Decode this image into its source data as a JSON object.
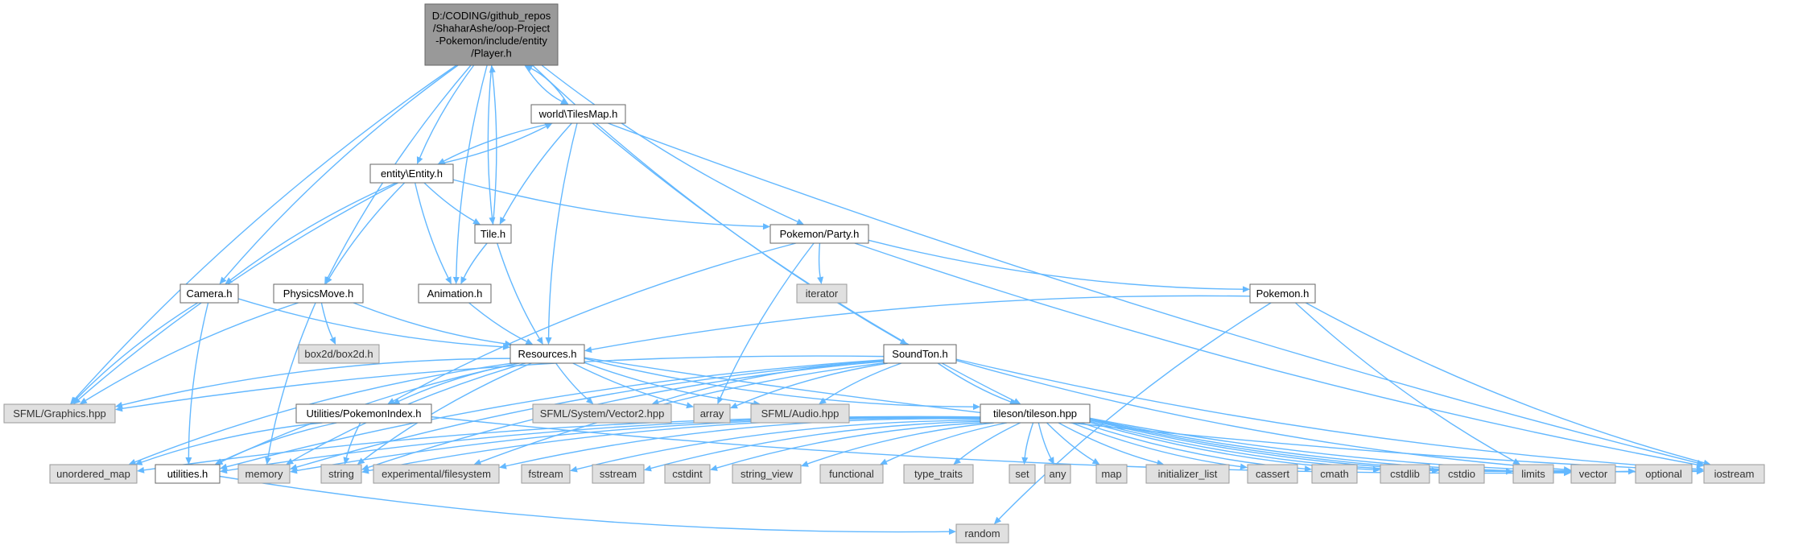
{
  "colors": {
    "edge": "#63b8ff",
    "root_fill": "#999999",
    "local_fill": "#ffffff",
    "system_fill": "#e0e0e0"
  },
  "nodes": {
    "player": {
      "lines": [
        "D:/CODING/github_repos",
        "/ShaharAshe/oop-Project",
        "-Pokemon/include/entity",
        "/Player.h"
      ],
      "kind": "root"
    },
    "tilesmap": {
      "lines": [
        "world\\TilesMap.h"
      ],
      "kind": "local"
    },
    "entity": {
      "lines": [
        "entity\\Entity.h"
      ],
      "kind": "local"
    },
    "tile": {
      "lines": [
        "Tile.h"
      ],
      "kind": "local"
    },
    "party": {
      "lines": [
        "Pokemon/Party.h"
      ],
      "kind": "local"
    },
    "iterator": {
      "lines": [
        "iterator"
      ],
      "kind": "system"
    },
    "pokemon": {
      "lines": [
        "Pokemon.h"
      ],
      "kind": "local"
    },
    "camera": {
      "lines": [
        "Camera.h"
      ],
      "kind": "local"
    },
    "physicsmove": {
      "lines": [
        "PhysicsMove.h"
      ],
      "kind": "local"
    },
    "animation": {
      "lines": [
        "Animation.h"
      ],
      "kind": "local"
    },
    "box2d": {
      "lines": [
        "box2d/box2d.h"
      ],
      "kind": "system"
    },
    "resources": {
      "lines": [
        "Resources.h"
      ],
      "kind": "local"
    },
    "soundton": {
      "lines": [
        "SoundTon.h"
      ],
      "kind": "local"
    },
    "sfmlgraphics": {
      "lines": [
        "SFML/Graphics.hpp"
      ],
      "kind": "system"
    },
    "pokemonindex": {
      "lines": [
        "Utilities/PokemonIndex.h"
      ],
      "kind": "local"
    },
    "vector2": {
      "lines": [
        "SFML/System/Vector2.hpp"
      ],
      "kind": "system"
    },
    "array": {
      "lines": [
        "array"
      ],
      "kind": "system"
    },
    "sfmlaudio": {
      "lines": [
        "SFML/Audio.hpp"
      ],
      "kind": "system"
    },
    "tileson": {
      "lines": [
        "tileson/tileson.hpp"
      ],
      "kind": "local"
    },
    "unordered_map": {
      "lines": [
        "unordered_map"
      ],
      "kind": "system"
    },
    "utilities": {
      "lines": [
        "utilities.h"
      ],
      "kind": "local"
    },
    "memory": {
      "lines": [
        "memory"
      ],
      "kind": "system"
    },
    "string": {
      "lines": [
        "string"
      ],
      "kind": "system"
    },
    "filesystem": {
      "lines": [
        "experimental/filesystem"
      ],
      "kind": "system"
    },
    "fstream": {
      "lines": [
        "fstream"
      ],
      "kind": "system"
    },
    "sstream": {
      "lines": [
        "sstream"
      ],
      "kind": "system"
    },
    "cstdint": {
      "lines": [
        "cstdint"
      ],
      "kind": "system"
    },
    "string_view": {
      "lines": [
        "string_view"
      ],
      "kind": "system"
    },
    "functional": {
      "lines": [
        "functional"
      ],
      "kind": "system"
    },
    "type_traits": {
      "lines": [
        "type_traits"
      ],
      "kind": "system"
    },
    "set": {
      "lines": [
        "set"
      ],
      "kind": "system"
    },
    "any": {
      "lines": [
        "any"
      ],
      "kind": "system"
    },
    "map": {
      "lines": [
        "map"
      ],
      "kind": "system"
    },
    "initializer_list": {
      "lines": [
        "initializer_list"
      ],
      "kind": "system"
    },
    "cassert": {
      "lines": [
        "cassert"
      ],
      "kind": "system"
    },
    "cmath": {
      "lines": [
        "cmath"
      ],
      "kind": "system"
    },
    "cstdlib": {
      "lines": [
        "cstdlib"
      ],
      "kind": "system"
    },
    "cstdio": {
      "lines": [
        "cstdio"
      ],
      "kind": "system"
    },
    "limits": {
      "lines": [
        "limits"
      ],
      "kind": "system"
    },
    "vector": {
      "lines": [
        "vector"
      ],
      "kind": "system"
    },
    "optional": {
      "lines": [
        "optional"
      ],
      "kind": "system"
    },
    "iostream": {
      "lines": [
        "iostream"
      ],
      "kind": "system"
    },
    "random": {
      "lines": [
        "random"
      ],
      "kind": "system"
    }
  },
  "edges": [
    [
      "player",
      "tilesmap"
    ],
    [
      "player",
      "entity"
    ],
    [
      "player",
      "tile"
    ],
    [
      "player",
      "party"
    ],
    [
      "player",
      "camera"
    ],
    [
      "player",
      "physicsmove"
    ],
    [
      "player",
      "animation"
    ],
    [
      "player",
      "soundton"
    ],
    [
      "player",
      "sfmlgraphics"
    ],
    [
      "tilesmap",
      "player"
    ],
    [
      "tilesmap",
      "entity"
    ],
    [
      "tilesmap",
      "tile"
    ],
    [
      "tilesmap",
      "resources"
    ],
    [
      "tilesmap",
      "tileson"
    ],
    [
      "tilesmap",
      "iostream"
    ],
    [
      "entity",
      "tilesmap"
    ],
    [
      "entity",
      "tile"
    ],
    [
      "entity",
      "party"
    ],
    [
      "entity",
      "camera"
    ],
    [
      "entity",
      "physicsmove"
    ],
    [
      "entity",
      "animation"
    ],
    [
      "entity",
      "sfmlgraphics"
    ],
    [
      "tile",
      "player"
    ],
    [
      "tile",
      "animation"
    ],
    [
      "tile",
      "resources"
    ],
    [
      "party",
      "iterator"
    ],
    [
      "party",
      "pokemon"
    ],
    [
      "party",
      "array"
    ],
    [
      "party",
      "pokemonindex"
    ],
    [
      "party",
      "iostream"
    ],
    [
      "pokemon",
      "resources"
    ],
    [
      "pokemon",
      "iostream"
    ],
    [
      "pokemon",
      "limits"
    ],
    [
      "pokemon",
      "random"
    ],
    [
      "camera",
      "resources"
    ],
    [
      "camera",
      "sfmlgraphics"
    ],
    [
      "camera",
      "utilities"
    ],
    [
      "physicsmove",
      "resources"
    ],
    [
      "physicsmove",
      "box2d"
    ],
    [
      "physicsmove",
      "sfmlgraphics"
    ],
    [
      "physicsmove",
      "memory"
    ],
    [
      "animation",
      "resources"
    ],
    [
      "resources",
      "sfmlgraphics"
    ],
    [
      "resources",
      "pokemonindex"
    ],
    [
      "resources",
      "vector2"
    ],
    [
      "resources",
      "array"
    ],
    [
      "resources",
      "sfmlaudio"
    ],
    [
      "resources",
      "tileson"
    ],
    [
      "resources",
      "unordered_map"
    ],
    [
      "resources",
      "utilities"
    ],
    [
      "resources",
      "memory"
    ],
    [
      "resources",
      "string"
    ],
    [
      "resources",
      "iostream"
    ],
    [
      "soundton",
      "sfmlgraphics"
    ],
    [
      "soundton",
      "vector2"
    ],
    [
      "soundton",
      "array"
    ],
    [
      "soundton",
      "sfmlaudio"
    ],
    [
      "soundton",
      "tileson"
    ],
    [
      "soundton",
      "utilities"
    ],
    [
      "soundton",
      "memory"
    ],
    [
      "soundton",
      "string"
    ],
    [
      "soundton",
      "filesystem"
    ],
    [
      "soundton",
      "vector"
    ],
    [
      "soundton",
      "iostream"
    ],
    [
      "pokemonindex",
      "unordered_map"
    ],
    [
      "pokemonindex",
      "utilities"
    ],
    [
      "pokemonindex",
      "string"
    ],
    [
      "pokemonindex",
      "vector"
    ],
    [
      "tileson",
      "memory"
    ],
    [
      "tileson",
      "string"
    ],
    [
      "tileson",
      "filesystem"
    ],
    [
      "tileson",
      "fstream"
    ],
    [
      "tileson",
      "sstream"
    ],
    [
      "tileson",
      "cstdint"
    ],
    [
      "tileson",
      "string_view"
    ],
    [
      "tileson",
      "functional"
    ],
    [
      "tileson",
      "type_traits"
    ],
    [
      "tileson",
      "set"
    ],
    [
      "tileson",
      "any"
    ],
    [
      "tileson",
      "map"
    ],
    [
      "tileson",
      "initializer_list"
    ],
    [
      "tileson",
      "cassert"
    ],
    [
      "tileson",
      "cmath"
    ],
    [
      "tileson",
      "cstdlib"
    ],
    [
      "tileson",
      "cstdio"
    ],
    [
      "tileson",
      "limits"
    ],
    [
      "tileson",
      "vector"
    ],
    [
      "tileson",
      "optional"
    ],
    [
      "tileson",
      "iostream"
    ],
    [
      "tileson",
      "utilities"
    ],
    [
      "tileson",
      "unordered_map"
    ],
    [
      "utilities",
      "random"
    ]
  ]
}
